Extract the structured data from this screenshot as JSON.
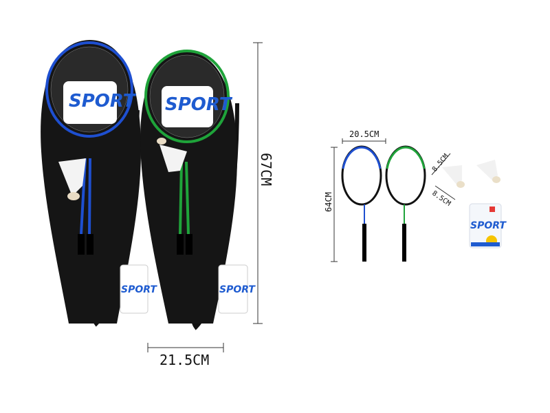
{
  "product": {
    "bag_height_label": "67CM",
    "bag_width_label": "21.5CM",
    "racket_width_label": "20.5CM",
    "racket_length_label": "64CM",
    "shuttle_height_label": "8.5CM",
    "shuttle_width_label": "8.5CM",
    "card_brand": "SPORT",
    "colors": {
      "racket_blue": "#1e4fd0",
      "racket_green": "#1fa33a",
      "bag": "#111111",
      "card_blue": "#1e5bd0"
    }
  }
}
